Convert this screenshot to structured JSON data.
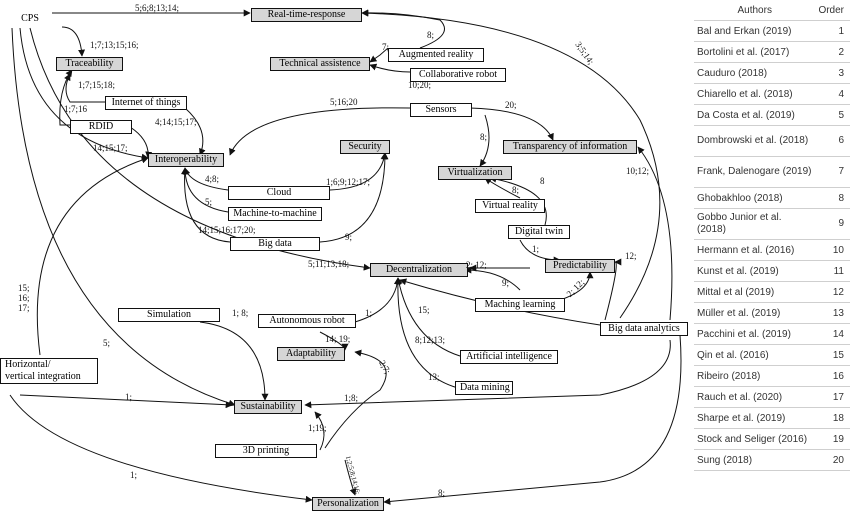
{
  "nodes": {
    "cps": "CPS",
    "real_time_response": "Real-time-response",
    "traceability": "Traceability",
    "technical_assistence": "Technical assistence",
    "augmented_reality": "Augmented reality",
    "collaborative_robot": "Collaborative robot",
    "internet_of_things": "Internet of things",
    "rdid": "RDID",
    "sensors": "Sensors",
    "interoperability": "Interoperability",
    "security": "Security",
    "transparency": "Transparency of information",
    "virtualization": "Virtualization",
    "cloud": "Cloud",
    "machine_to_machine": "Machine-to-machine",
    "virtual_reality": "Virtual reality",
    "digital_twin": "Digital twin",
    "big_data": "Big data",
    "decentralization": "Decentralization",
    "predictability": "Predictability",
    "simulation": "Simulation",
    "autonomous_robot": "Autonomous robot",
    "maching_learning": "Maching learning",
    "big_data_analytics": "Big data analytics",
    "adaptability": "Adaptability",
    "artificial_intelligence": "Artificial intelligence",
    "horizontal_vertical": "Horizontal/\nvertical integration",
    "data_mining": "Data mining",
    "sustainability": "Sustainability",
    "printing_3d": "3D printing",
    "personalization": "Personalization"
  },
  "edge_labels": {
    "cps_rtr": "5;6;8;13;14;",
    "cps_trace": "1;7;13;15;16;",
    "ar_rtr": "8;",
    "ar_ta": "7;",
    "cobot_ta": "10;20;",
    "iot_trace": "1;7;15;18;",
    "rdid_trace": "1;7;16",
    "iot_interop": "4;14;15;17;",
    "cps_interop": "14;15;17;",
    "sensors_interop": "5;16;20",
    "sensors_transp": "20;",
    "bda_rtr": "3;5;14;",
    "sensors_virt": "8;",
    "bda_transp": "10;12;",
    "cloud_interop": "4;8;",
    "m2m_interop": "5;",
    "cloud_security": "1;6;9;12;17;",
    "vr_virt": "8;",
    "dt_virt": "8",
    "bigdata_interop": "14;15;16;17;20;",
    "bigdata_security": "9;",
    "dt_pred": "1;",
    "cps_decent": "5;11;13;18;",
    "pred_decent": "2; 12;",
    "bda_pred": "12;",
    "ml_decent": "9;",
    "ml_pred": "2; 12;",
    "hv_interop": "15;\n16;\n17;",
    "sim_sust": "1; 8;",
    "ar_decent": "1;",
    "bda_decent": "15;",
    "ar_adapt": "14; 19;",
    "ai_decent": "8;12;13;",
    "cps_sust": "5;",
    "print_adapt": "2;7;",
    "dm_decent": "13;",
    "hv_sust": "1;",
    "bda_sust": "1;8;",
    "print_sust": "1;19;",
    "print_pers": "1;2;5;8;14;16;",
    "hv_pers": "1;",
    "bda_pers": "8;"
  },
  "table": {
    "header_authors": "Authors",
    "header_order": "Order",
    "rows": [
      {
        "author": "Bal and Erkan (2019)",
        "order": "1"
      },
      {
        "author": "Bortolini et al. (2017)",
        "order": "2"
      },
      {
        "author": "Cauduro (2018)",
        "order": "3"
      },
      {
        "author": "Chiarello et al. (2018)",
        "order": "4"
      },
      {
        "author": "Da Costa et al. (2019)",
        "order": "5"
      },
      {
        "author": "Dombrowski et al. (2018)",
        "order": "6"
      },
      {
        "author": "Frank, Dalenogare (2019)",
        "order": "7"
      },
      {
        "author": "Ghobakhloo (2018)",
        "order": "8"
      },
      {
        "author": "Gobbo Junior et al. (2018)",
        "order": "9"
      },
      {
        "author": "Hermann et al. (2016)",
        "order": "10"
      },
      {
        "author": "Kunst et al. (2019)",
        "order": "11"
      },
      {
        "author": "Mittal et al (2019)",
        "order": "12"
      },
      {
        "author": "Müller et al. (2019)",
        "order": "13"
      },
      {
        "author": "Pacchini et al. (2019)",
        "order": "14"
      },
      {
        "author": "Qin et al. (2016)",
        "order": "15"
      },
      {
        "author": "Ribeiro (2018)",
        "order": "16"
      },
      {
        "author": "Rauch et al. (2020)",
        "order": "17"
      },
      {
        "author": "Sharpe et al. (2019)",
        "order": "18"
      },
      {
        "author": "Stock and Seliger (2016)",
        "order": "19"
      },
      {
        "author": "Sung (2018)",
        "order": "20"
      }
    ]
  }
}
